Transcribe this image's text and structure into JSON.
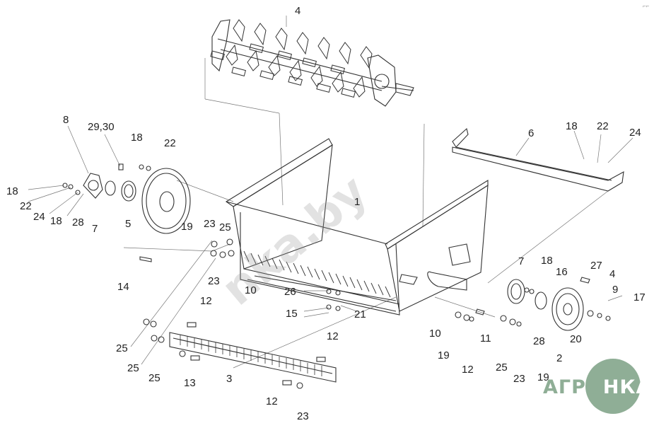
{
  "labels": [
    {
      "text": "4"
    },
    {
      "text": "8"
    },
    {
      "text": "29,30"
    },
    {
      "text": "18"
    },
    {
      "text": "22"
    },
    {
      "text": "18"
    },
    {
      "text": "22"
    },
    {
      "text": "24"
    },
    {
      "text": "18"
    },
    {
      "text": "28"
    },
    {
      "text": "7"
    },
    {
      "text": "5"
    },
    {
      "text": "19"
    },
    {
      "text": "23"
    },
    {
      "text": "25"
    },
    {
      "text": "1"
    },
    {
      "text": "6"
    },
    {
      "text": "18"
    },
    {
      "text": "22"
    },
    {
      "text": "24"
    },
    {
      "text": "14"
    },
    {
      "text": "23"
    },
    {
      "text": "10"
    },
    {
      "text": "12"
    },
    {
      "text": "26"
    },
    {
      "text": "15"
    },
    {
      "text": "21"
    },
    {
      "text": "7"
    },
    {
      "text": "18"
    },
    {
      "text": "16"
    },
    {
      "text": "27"
    },
    {
      "text": "4"
    },
    {
      "text": "9"
    },
    {
      "text": "17"
    },
    {
      "text": "10"
    },
    {
      "text": "11"
    },
    {
      "text": "19"
    },
    {
      "text": "12"
    },
    {
      "text": "28"
    },
    {
      "text": "20"
    },
    {
      "text": "2"
    },
    {
      "text": "25"
    },
    {
      "text": "23"
    },
    {
      "text": "19"
    },
    {
      "text": "25"
    },
    {
      "text": "25"
    },
    {
      "text": "25"
    },
    {
      "text": "13"
    },
    {
      "text": "3"
    },
    {
      "text": "12"
    },
    {
      "text": "12"
    },
    {
      "text": "23"
    }
  ],
  "watermark": {
    "text": "nka.by"
  },
  "logo": {
    "part1": "АГРО",
    "part2": "НКА"
  },
  "colors": {
    "line": "#333333",
    "logo": "#8fae96",
    "watermark": "rgba(150,150,150,0.28)"
  }
}
